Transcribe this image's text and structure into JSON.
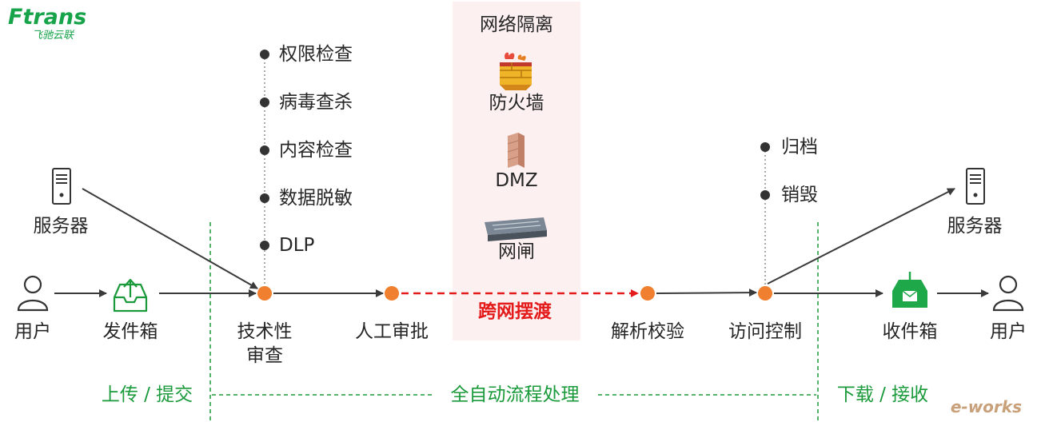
{
  "logo": {
    "brand": "Ftrans",
    "sub": "飞驰云联"
  },
  "isolation": {
    "title": "网络隔离",
    "items": [
      "防火墙",
      "DMZ",
      "网闸"
    ]
  },
  "left_server": "服务器",
  "right_server": "服务器",
  "flow": {
    "user_left": "用户",
    "outbox": "发件箱",
    "tech_review_line1": "技术性",
    "tech_review_line2": "审查",
    "manual_approval": "人工审批",
    "ferry": "跨网摆渡",
    "parse_verify": "解析校验",
    "access_control": "访问控制",
    "inbox": "收件箱",
    "user_right": "用户"
  },
  "checks": [
    "权限检查",
    "病毒查杀",
    "内容检查",
    "数据脱敏",
    "DLP"
  ],
  "post_actions": [
    "归档",
    "销毁"
  ],
  "phases": {
    "upload": "上传 / 提交",
    "auto": "全自动流程处理",
    "download": "下载 / 接收"
  },
  "watermark": "e-works",
  "colors": {
    "accent_green": "#1a9a3a",
    "node_orange": "#f07f2f",
    "ferry_red": "#e31b1b",
    "zone_pink": "#fdf0f0"
  }
}
